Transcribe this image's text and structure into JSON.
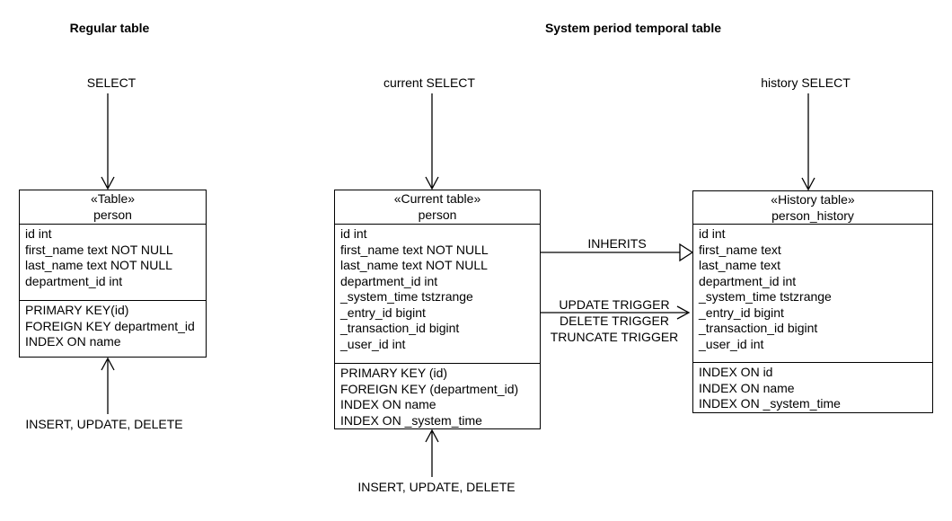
{
  "headings": {
    "regular": "Regular table",
    "temporal": "System period temporal table"
  },
  "labels": {
    "select_regular": "SELECT",
    "select_current": "current SELECT",
    "select_history": "history SELECT",
    "insert_regular": "INSERT, UPDATE, DELETE",
    "insert_current": "INSERT, UPDATE, DELETE",
    "inherits": "INHERITS",
    "triggers": [
      "UPDATE TRIGGER",
      "DELETE TRIGGER",
      "TRUNCATE TRIGGER"
    ]
  },
  "tables": {
    "regular": {
      "stereotype": "«Table»",
      "name": "person",
      "fields": [
        "id int",
        "first_name text NOT NULL",
        "last_name text NOT NULL",
        "department_id int"
      ],
      "keys": [
        "PRIMARY KEY(id)",
        "FOREIGN KEY department_id",
        "INDEX ON name"
      ]
    },
    "current": {
      "stereotype": "«Current table»",
      "name": "person",
      "fields": [
        "id int",
        "first_name text NOT NULL",
        "last_name text NOT NULL",
        "department_id int",
        "_system_time tstzrange",
        "_entry_id bigint",
        "_transaction_id bigint",
        "_user_id int"
      ],
      "keys": [
        "PRIMARY KEY (id)",
        "FOREIGN KEY (department_id)",
        "INDEX ON name",
        "INDEX ON _system_time"
      ]
    },
    "history": {
      "stereotype": "«History table»",
      "name": "person_history",
      "fields": [
        "id int",
        "first_name text",
        "last_name text",
        "department_id int",
        "_system_time tstzrange",
        "_entry_id bigint",
        "_transaction_id bigint",
        "_user_id int"
      ],
      "keys": [
        "INDEX ON id",
        "INDEX ON name",
        "INDEX ON _system_time"
      ]
    }
  },
  "colors": {
    "line": "#000000",
    "background": "#ffffff"
  }
}
